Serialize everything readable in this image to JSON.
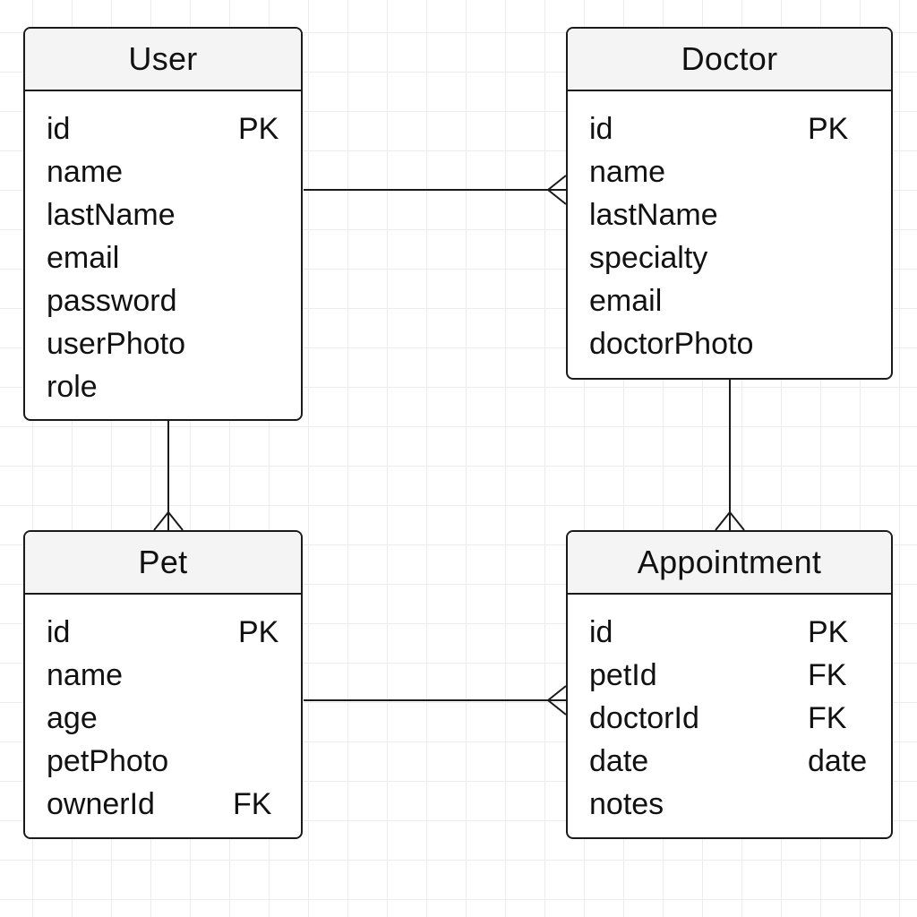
{
  "entities": [
    {
      "id": "user",
      "name": "User",
      "attributes": [
        {
          "name": "id",
          "key": "PK"
        },
        {
          "name": "name",
          "key": ""
        },
        {
          "name": "lastName",
          "key": ""
        },
        {
          "name": "email",
          "key": ""
        },
        {
          "name": "password",
          "key": ""
        },
        {
          "name": "userPhoto",
          "key": ""
        },
        {
          "name": "role",
          "key": ""
        }
      ]
    },
    {
      "id": "doctor",
      "name": "Doctor",
      "attributes": [
        {
          "name": "id",
          "key": "PK"
        },
        {
          "name": "name",
          "key": ""
        },
        {
          "name": "lastName",
          "key": ""
        },
        {
          "name": "specialty",
          "key": ""
        },
        {
          "name": "email",
          "key": ""
        },
        {
          "name": "doctorPhoto",
          "key": ""
        }
      ]
    },
    {
      "id": "pet",
      "name": "Pet",
      "attributes": [
        {
          "name": "id",
          "key": "PK"
        },
        {
          "name": "name",
          "key": ""
        },
        {
          "name": "age",
          "key": ""
        },
        {
          "name": "petPhoto",
          "key": ""
        },
        {
          "name": "ownerId",
          "key": "FK"
        }
      ]
    },
    {
      "id": "appointment",
      "name": "Appointment",
      "attributes": [
        {
          "name": "id",
          "key": "PK"
        },
        {
          "name": "petId",
          "key": "FK"
        },
        {
          "name": "doctorId",
          "key": "FK"
        },
        {
          "name": "date",
          "key": "date"
        },
        {
          "name": "notes",
          "key": ""
        }
      ]
    }
  ],
  "relationships": [
    {
      "from": "User",
      "to": "Doctor",
      "cardinality": "one-to-many"
    },
    {
      "from": "User",
      "to": "Pet",
      "cardinality": "one-to-many"
    },
    {
      "from": "Doctor",
      "to": "Appointment",
      "cardinality": "one-to-many"
    },
    {
      "from": "Pet",
      "to": "Appointment",
      "cardinality": "one-to-many"
    }
  ],
  "colors": {
    "line": "#1a1a1a",
    "header_bg": "#f4f4f4",
    "grid": "#ececec"
  }
}
